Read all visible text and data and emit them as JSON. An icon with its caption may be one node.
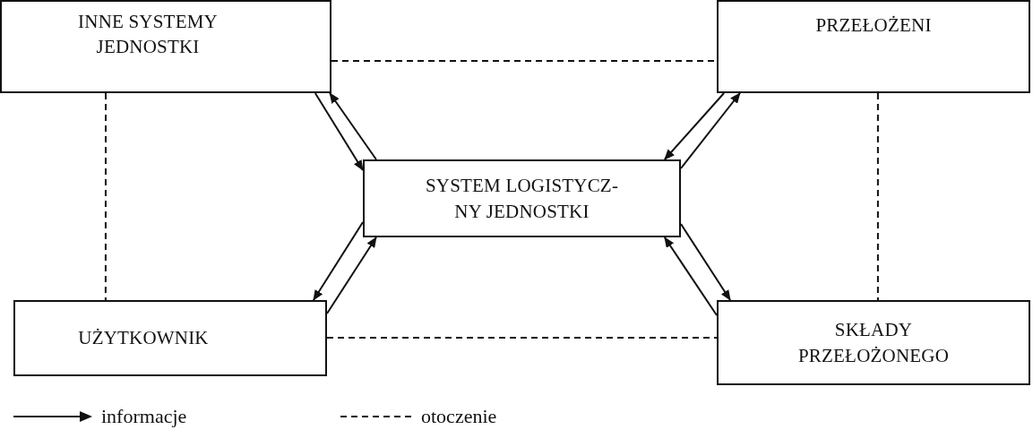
{
  "diagram": {
    "nodes": [
      {
        "text": [
          "INNE SYSTEMY JEDNOSTKI"
        ]
      },
      {
        "text": [
          "PRZEŁOŻENI"
        ]
      },
      {
        "text": [
          "SYSTEM LOGISTYCZ- NY JEDNOSTKI"
        ]
      },
      {
        "text": [
          "UŻYTKOWNIK"
        ]
      },
      {
        "text": [
          "SKŁADY PRZEŁOŻONEGO"
        ]
      }
    ],
    "edges": [
      {
        "from": 0,
        "to": 2,
        "arrow": "to"
      },
      {
        "from": 2,
        "to": 0,
        "arrow": "to"
      },
      {
        "from": 1,
        "to": 2,
        "arrow": "to"
      },
      {
        "from": 2,
        "to": 1,
        "arrow": "to"
      },
      {
        "from": 2,
        "to": 3,
        "arrow": "to"
      },
      {
        "from": 3,
        "to": 2,
        "arrow": "to"
      },
      {
        "from": 2,
        "to": 4,
        "arrow": "to"
      },
      {
        "from": 4,
        "to": 2,
        "arrow": "to"
      },
      {
        "from": 0,
        "to": 1,
        "arrow": "none",
        "style": "dashed"
      },
      {
        "from": 0,
        "to": 3,
        "arrow": "none",
        "style": "dashed"
      },
      {
        "from": 1,
        "to": 4,
        "arrow": "none",
        "style": "dashed"
      },
      {
        "from": 3,
        "to": 4,
        "arrow": "none",
        "style": "dashed"
      }
    ],
    "legend": [
      {
        "text": "informacje"
      },
      {
        "text": "otoczenie"
      }
    ]
  }
}
